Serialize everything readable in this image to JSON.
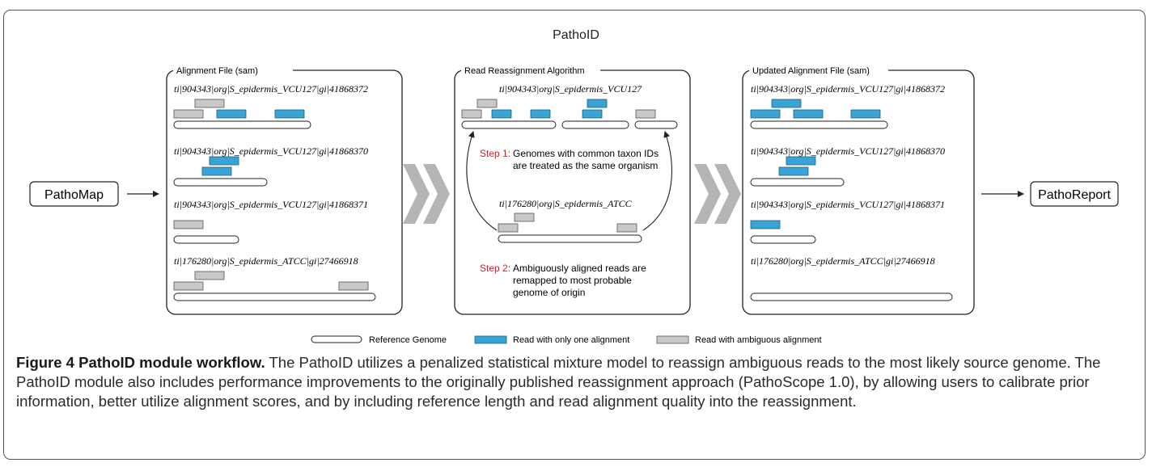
{
  "title": "PathoID",
  "nodes": {
    "pathomap": "PathoMap",
    "pathoreport": "PathoReport"
  },
  "panels": {
    "alignment": {
      "title": "Alignment File (sam)",
      "entries": [
        "ti|904343|org|S_epidermis_VCU127|gi|41868372",
        "ti|904343|org|S_epidermis_VCU127|gi|41868370",
        "ti|904343|org|S_epidermis_VCU127|gi|41868371",
        "ti|176280|org|S_epidermis_ATCC|gi|27466918"
      ]
    },
    "algorithm": {
      "title": "Read Reassignment Algorithm",
      "entries": [
        "ti|904343|org|S_epidermis_VCU127",
        "ti|176280|org|S_epidermis_ATCC"
      ],
      "step1": {
        "label": "Step 1:",
        "lines": [
          "Genomes with common taxon IDs",
          "are treated as the same organism"
        ]
      },
      "step2": {
        "label": "Step 2:",
        "lines": [
          "Ambiguously aligned reads are",
          "remapped to most probable",
          "genome of origin"
        ]
      }
    },
    "updated": {
      "title": "Updated Alignment File (sam)",
      "entries": [
        "ti|904343|org|S_epidermis_VCU127|gi|41868372",
        "ti|904343|org|S_epidermis_VCU127|gi|41868370",
        "ti|904343|org|S_epidermis_VCU127|gi|41868371",
        "ti|176280|org|S_epidermis_ATCC|gi|27466918"
      ]
    }
  },
  "legend": {
    "reference": "Reference Genome",
    "unique": "Read with only one alignment",
    "ambiguous": "Read with ambiguous alignment"
  },
  "colors": {
    "unique_read": "#3aa3d6",
    "ambiguous_read": "#c8c8c8",
    "step_label": "#c1272d",
    "chevron": "#b5b5b5"
  },
  "caption": {
    "label": "Figure 4 PathoID module workflow.",
    "text": " The PathoID utilizes a penalized statistical mixture model to reassign ambiguous reads to the most likely source genome. The PathoID module also includes performance improvements to the originally published reassignment approach (PathoScope 1.0), by allowing users to calibrate prior information, better utilize alignment scores, and by including reference length and read alignment quality into the reassignment."
  }
}
